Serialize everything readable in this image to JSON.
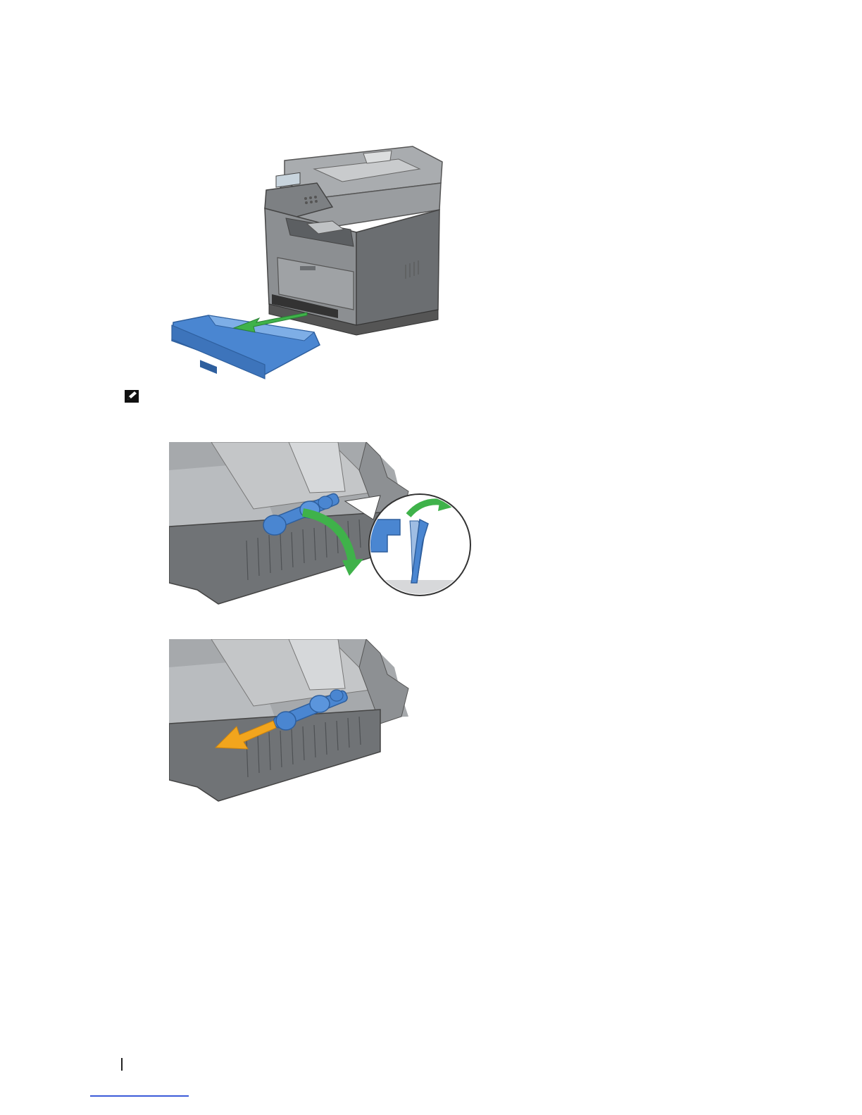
{
  "figures": [
    {
      "name": "printer-with-tray-pulled-out",
      "arrow_color": "#3fb24a"
    },
    {
      "name": "lift-retard-roller-lever",
      "arrow_color": "#3fb24a",
      "callout": true
    },
    {
      "name": "slide-retard-roller-out",
      "arrow_color": "#f2a51d"
    }
  ],
  "colors": {
    "tray_blue": "#4a86d1",
    "tray_blue_dark": "#2e5f9e",
    "body_gray": "#8c8f92",
    "body_gray_dark": "#6b6e71",
    "green_arrow": "#3fb24a",
    "orange_arrow": "#f2a51d",
    "footer_link": "#3b5bd9"
  },
  "icons": {
    "note": "pencil-note-icon"
  }
}
